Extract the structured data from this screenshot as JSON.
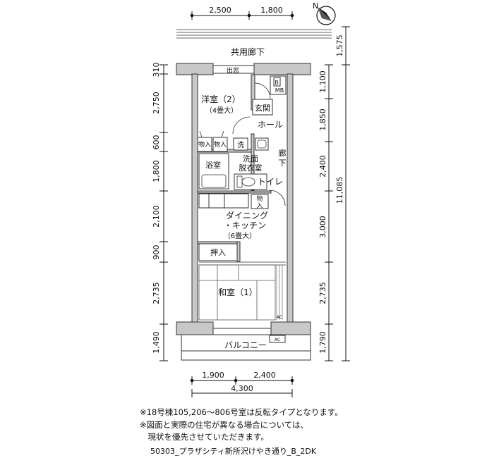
{
  "top_dims": [
    "2,500",
    "1,800"
  ],
  "left_dims": [
    "310",
    "2,750",
    "600",
    "1,800",
    "2,100",
    "900",
    "2,735",
    "1,490"
  ],
  "right_dims_inner": [
    "1,100",
    "1,850",
    "2,400",
    "3,000",
    "2,735",
    "1,790"
  ],
  "right_dims_outer": [
    "1,575",
    "11,085"
  ],
  "bottom_dims": [
    "1,900",
    "2,400"
  ],
  "bottom_total": "4,300",
  "labels": {
    "corridor": "共用廊下",
    "exit": "出窓",
    "mb": "MB",
    "b": "B",
    "western_room": "洋室（2）",
    "western_size": "（4畳大）",
    "entrance": "玄関",
    "hall": "ホール",
    "storage1": "物入",
    "storage2": "物入",
    "wash": "洗",
    "hallway": "廊\n下",
    "bath": "浴室",
    "dressing": "洗面\n脱衣室",
    "toilet": "トイレ",
    "storage3": "物\n入",
    "dk1": "ダイニング",
    "dk2": "・キッチン",
    "dk3": "（6畳大）",
    "closet": "押入",
    "japanese_room": "和室（1）",
    "balcony": "バルコニー",
    "ac1": "AC",
    "ac2": "AC"
  },
  "notes": [
    "※18号棟105,206～806号室は反転タイプとなります。",
    "※図面と実際の住宅が異なる場合については、",
    "　現状を優先させていただきます。"
  ],
  "footer": "50303_プラザシティ新所沢けやき通り_B_2DK",
  "compass": "N"
}
